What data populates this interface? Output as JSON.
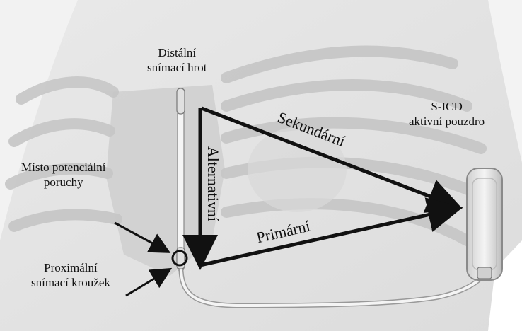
{
  "labels": {
    "distal_tip": [
      "Distální",
      "snímací hrot"
    ],
    "sicd_can": [
      "S-ICD",
      "aktivní pouzdro"
    ],
    "failure_site": [
      "Místo potenciální",
      "poruchy"
    ],
    "proximal_ring": [
      "Proximální",
      "snímací kroužek"
    ]
  },
  "vectors": {
    "secondary": "Sekundární",
    "alternative": "Alternativní",
    "primary": "Primární"
  },
  "colors": {
    "background": "#ededed",
    "anatomy": "#d8d8d8",
    "ribs": "#c9c9c9",
    "arrow": "#111111",
    "device": "#e6e6e6"
  }
}
